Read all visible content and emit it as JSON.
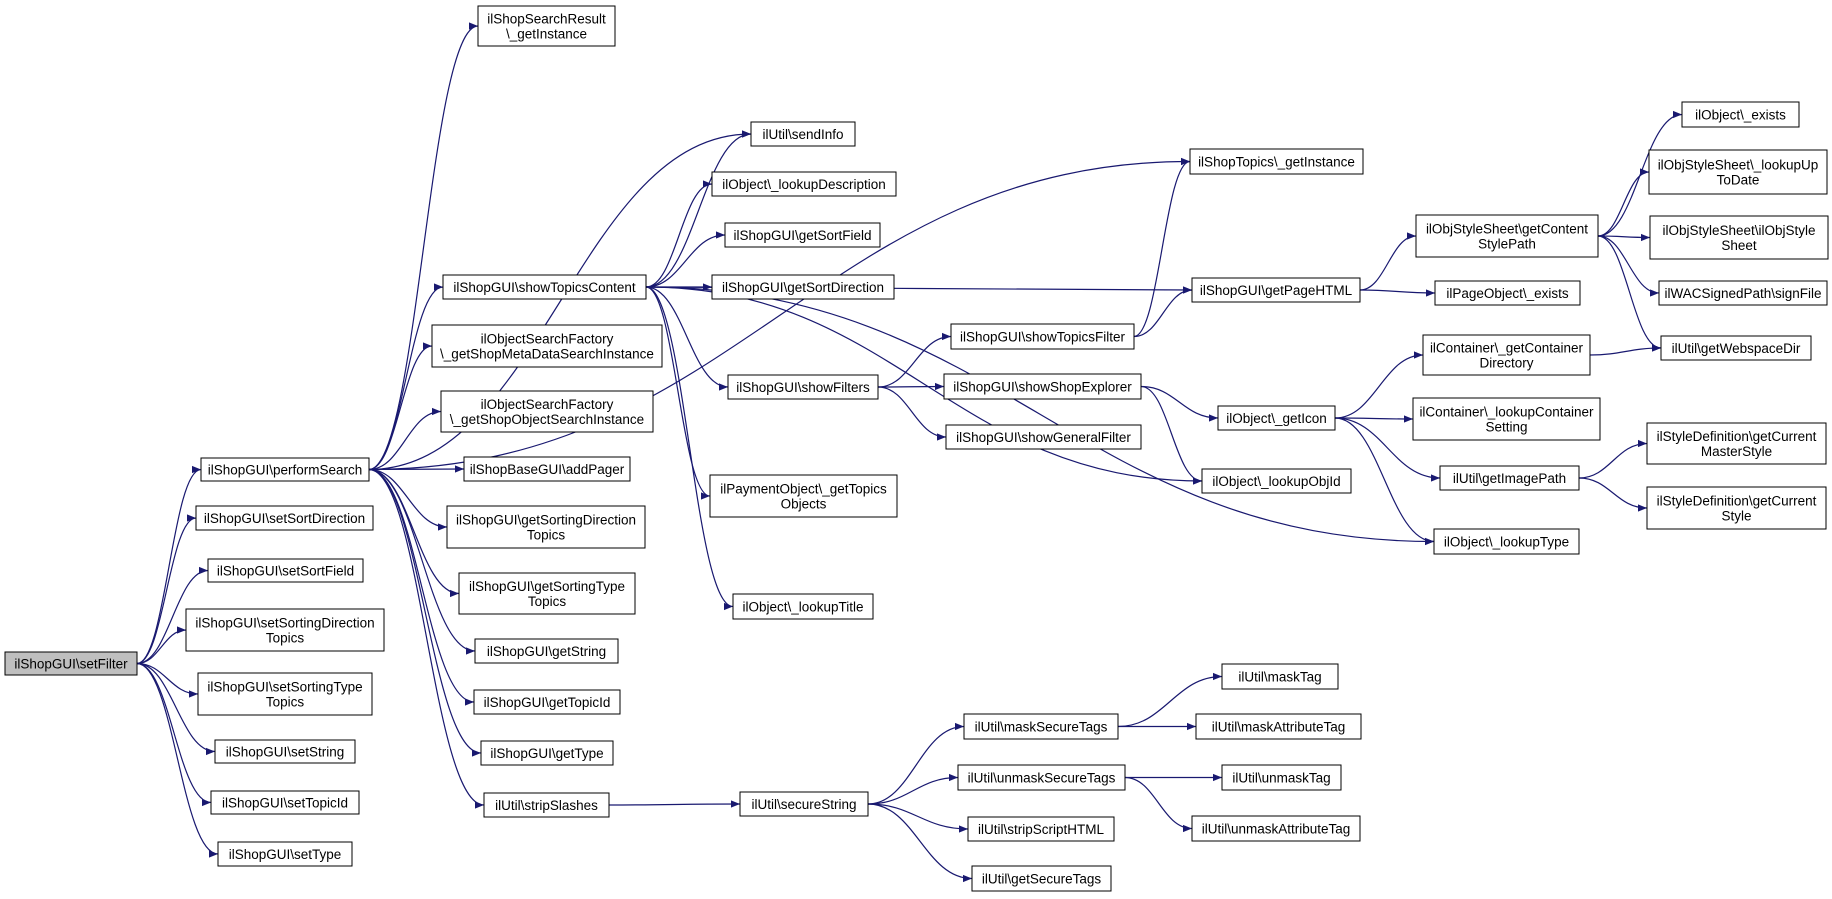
{
  "nodes": [
    {
      "id": "setFilter",
      "lines": [
        "ilShopGUI\\setFilter"
      ],
      "root": true
    },
    {
      "id": "performSearch",
      "lines": [
        "ilShopGUI\\performSearch"
      ]
    },
    {
      "id": "setSortDirection",
      "lines": [
        "ilShopGUI\\setSortDirection"
      ]
    },
    {
      "id": "setSortField",
      "lines": [
        "ilShopGUI\\setSortField"
      ]
    },
    {
      "id": "setSortingDirectionTopics",
      "lines": [
        "ilShopGUI\\setSortingDirection",
        "Topics"
      ]
    },
    {
      "id": "setSortingTypeTopics",
      "lines": [
        "ilShopGUI\\setSortingType",
        "Topics"
      ]
    },
    {
      "id": "setString",
      "lines": [
        "ilShopGUI\\setString"
      ]
    },
    {
      "id": "setTopicId",
      "lines": [
        "ilShopGUI\\setTopicId"
      ]
    },
    {
      "id": "setType",
      "lines": [
        "ilShopGUI\\setType"
      ]
    },
    {
      "id": "searchResultGetInstance",
      "lines": [
        "ilShopSearchResult",
        "\\_getInstance"
      ]
    },
    {
      "id": "sendInfo",
      "lines": [
        "ilUtil\\sendInfo"
      ]
    },
    {
      "id": "lookupDescription",
      "lines": [
        "ilObject\\_lookupDescription"
      ]
    },
    {
      "id": "getSortField",
      "lines": [
        "ilShopGUI\\getSortField"
      ]
    },
    {
      "id": "showTopicsContent",
      "lines": [
        "ilShopGUI\\showTopicsContent"
      ]
    },
    {
      "id": "getSortDirection",
      "lines": [
        "ilShopGUI\\getSortDirection"
      ]
    },
    {
      "id": "metaDataSearch",
      "lines": [
        "ilObjectSearchFactory",
        "\\_getShopMetaDataSearchInstance"
      ]
    },
    {
      "id": "objectSearch",
      "lines": [
        "ilObjectSearchFactory",
        "\\_getShopObjectSearchInstance"
      ]
    },
    {
      "id": "addPager",
      "lines": [
        "ilShopBaseGUI\\addPager"
      ]
    },
    {
      "id": "getSortingDirectionTopics",
      "lines": [
        "ilShopGUI\\getSortingDirection",
        "Topics"
      ]
    },
    {
      "id": "getSortingTypeTopics",
      "lines": [
        "ilShopGUI\\getSortingType",
        "Topics"
      ]
    },
    {
      "id": "getString",
      "lines": [
        "ilShopGUI\\getString"
      ]
    },
    {
      "id": "getTopicId",
      "lines": [
        "ilShopGUI\\getTopicId"
      ]
    },
    {
      "id": "getType",
      "lines": [
        "ilShopGUI\\getType"
      ]
    },
    {
      "id": "stripSlashes",
      "lines": [
        "ilUtil\\stripSlashes"
      ]
    },
    {
      "id": "showFilters",
      "lines": [
        "ilShopGUI\\showFilters"
      ]
    },
    {
      "id": "paymentGetTopicsObjects",
      "lines": [
        "ilPaymentObject\\_getTopics",
        "Objects"
      ]
    },
    {
      "id": "lookupTitle",
      "lines": [
        "ilObject\\_lookupTitle"
      ]
    },
    {
      "id": "showTopicsFilter",
      "lines": [
        "ilShopGUI\\showTopicsFilter"
      ]
    },
    {
      "id": "showShopExplorer",
      "lines": [
        "ilShopGUI\\showShopExplorer"
      ]
    },
    {
      "id": "showGeneralFilter",
      "lines": [
        "ilShopGUI\\showGeneralFilter"
      ]
    },
    {
      "id": "topicsGetInstance",
      "lines": [
        "ilShopTopics\\_getInstance"
      ]
    },
    {
      "id": "getPageHTML",
      "lines": [
        "ilShopGUI\\getPageHTML"
      ]
    },
    {
      "id": "getIcon",
      "lines": [
        "ilObject\\_getIcon"
      ]
    },
    {
      "id": "lookupObjId",
      "lines": [
        "ilObject\\_lookupObjId"
      ]
    },
    {
      "id": "secureString",
      "lines": [
        "ilUtil\\secureString"
      ]
    },
    {
      "id": "maskSecureTags",
      "lines": [
        "ilUtil\\maskSecureTags"
      ]
    },
    {
      "id": "unmaskSecureTags",
      "lines": [
        "ilUtil\\unmaskSecureTags"
      ]
    },
    {
      "id": "stripScriptHTML",
      "lines": [
        "ilUtil\\stripScriptHTML"
      ]
    },
    {
      "id": "getSecureTags",
      "lines": [
        "ilUtil\\getSecureTags"
      ]
    },
    {
      "id": "getContentStylePath",
      "lines": [
        "ilObjStyleSheet\\getContent",
        "StylePath"
      ]
    },
    {
      "id": "pageObjectExists",
      "lines": [
        "ilPageObject\\_exists"
      ]
    },
    {
      "id": "getContainerDirectory",
      "lines": [
        "ilContainer\\_getContainer",
        "Directory"
      ]
    },
    {
      "id": "lookupContainerSetting",
      "lines": [
        "ilContainer\\_lookupContainer",
        "Setting"
      ]
    },
    {
      "id": "getImagePath",
      "lines": [
        "ilUtil\\getImagePath"
      ]
    },
    {
      "id": "lookupType",
      "lines": [
        "ilObject\\_lookupType"
      ]
    },
    {
      "id": "maskTag",
      "lines": [
        "ilUtil\\maskTag"
      ]
    },
    {
      "id": "maskAttributeTag",
      "lines": [
        "ilUtil\\maskAttributeTag"
      ]
    },
    {
      "id": "unmaskTag",
      "lines": [
        "ilUtil\\unmaskTag"
      ]
    },
    {
      "id": "unmaskAttributeTag",
      "lines": [
        "ilUtil\\unmaskAttributeTag"
      ]
    },
    {
      "id": "objectExists",
      "lines": [
        "ilObject\\_exists"
      ]
    },
    {
      "id": "lookUpToDate",
      "lines": [
        "ilObjStyleSheet\\_lookupUp",
        "ToDate"
      ]
    },
    {
      "id": "ilObjStyleSheet",
      "lines": [
        "ilObjStyleSheet\\ilObjStyle",
        "Sheet"
      ]
    },
    {
      "id": "signFile",
      "lines": [
        "ilWACSignedPath\\signFile"
      ]
    },
    {
      "id": "getWebspaceDir",
      "lines": [
        "ilUtil\\getWebspaceDir"
      ]
    },
    {
      "id": "getCurrentMasterStyle",
      "lines": [
        "ilStyleDefinition\\getCurrent",
        "MasterStyle"
      ]
    },
    {
      "id": "getCurrentStyle",
      "lines": [
        "ilStyleDefinition\\getCurrent",
        "Style"
      ]
    }
  ],
  "edges": [
    [
      "setFilter",
      "performSearch"
    ],
    [
      "setFilter",
      "setSortDirection"
    ],
    [
      "setFilter",
      "setSortField"
    ],
    [
      "setFilter",
      "setSortingDirectionTopics"
    ],
    [
      "setFilter",
      "setSortingTypeTopics"
    ],
    [
      "setFilter",
      "setString"
    ],
    [
      "setFilter",
      "setTopicId"
    ],
    [
      "setFilter",
      "setType"
    ],
    [
      "performSearch",
      "searchResultGetInstance"
    ],
    [
      "performSearch",
      "topicsGetInstance"
    ],
    [
      "performSearch",
      "sendInfo"
    ],
    [
      "performSearch",
      "showTopicsContent"
    ],
    [
      "performSearch",
      "metaDataSearch"
    ],
    [
      "performSearch",
      "objectSearch"
    ],
    [
      "performSearch",
      "addPager"
    ],
    [
      "performSearch",
      "getSortingDirectionTopics"
    ],
    [
      "performSearch",
      "getSortingTypeTopics"
    ],
    [
      "performSearch",
      "getString"
    ],
    [
      "performSearch",
      "getTopicId"
    ],
    [
      "performSearch",
      "getType"
    ],
    [
      "performSearch",
      "stripSlashes"
    ],
    [
      "showTopicsContent",
      "sendInfo"
    ],
    [
      "showTopicsContent",
      "lookupDescription"
    ],
    [
      "showTopicsContent",
      "getSortField"
    ],
    [
      "showTopicsContent",
      "getSortDirection"
    ],
    [
      "showTopicsContent",
      "getPageHTML"
    ],
    [
      "showTopicsContent",
      "showFilters"
    ],
    [
      "showTopicsContent",
      "lookupObjId"
    ],
    [
      "showTopicsContent",
      "paymentGetTopicsObjects"
    ],
    [
      "showTopicsContent",
      "lookupType"
    ],
    [
      "showTopicsContent",
      "lookupTitle"
    ],
    [
      "showFilters",
      "showTopicsFilter"
    ],
    [
      "showFilters",
      "showShopExplorer"
    ],
    [
      "showFilters",
      "showGeneralFilter"
    ],
    [
      "showTopicsFilter",
      "topicsGetInstance"
    ],
    [
      "showTopicsFilter",
      "getPageHTML"
    ],
    [
      "showShopExplorer",
      "getIcon"
    ],
    [
      "showShopExplorer",
      "lookupObjId"
    ],
    [
      "getPageHTML",
      "getContentStylePath"
    ],
    [
      "getPageHTML",
      "pageObjectExists"
    ],
    [
      "getContentStylePath",
      "objectExists"
    ],
    [
      "getContentStylePath",
      "lookUpToDate"
    ],
    [
      "getContentStylePath",
      "ilObjStyleSheet"
    ],
    [
      "getContentStylePath",
      "signFile"
    ],
    [
      "getContentStylePath",
      "getWebspaceDir"
    ],
    [
      "getContainerDirectory",
      "getWebspaceDir"
    ],
    [
      "getIcon",
      "getContainerDirectory"
    ],
    [
      "getIcon",
      "lookupContainerSetting"
    ],
    [
      "getIcon",
      "getImagePath"
    ],
    [
      "getIcon",
      "lookupType"
    ],
    [
      "getImagePath",
      "getCurrentMasterStyle"
    ],
    [
      "getImagePath",
      "getCurrentStyle"
    ],
    [
      "stripSlashes",
      "secureString"
    ],
    [
      "secureString",
      "maskSecureTags"
    ],
    [
      "secureString",
      "unmaskSecureTags"
    ],
    [
      "secureString",
      "stripScriptHTML"
    ],
    [
      "secureString",
      "getSecureTags"
    ],
    [
      "maskSecureTags",
      "maskTag"
    ],
    [
      "maskSecureTags",
      "maskAttributeTag"
    ],
    [
      "unmaskSecureTags",
      "unmaskTag"
    ],
    [
      "unmaskSecureTags",
      "unmaskAttributeTag"
    ]
  ],
  "colors": {
    "edge": "#191970",
    "root_fill": "#bfbfbf",
    "node_fill": "#ffffff",
    "border": "#000000"
  }
}
